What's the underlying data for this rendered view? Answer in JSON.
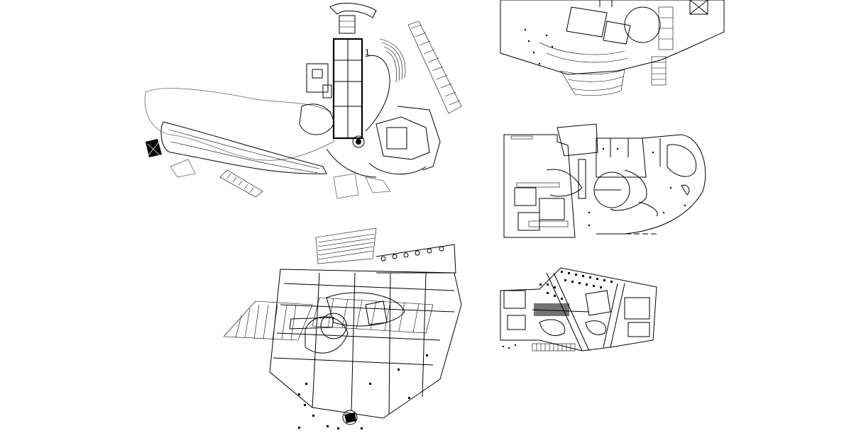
{
  "plans": [
    {
      "id": "plan-a",
      "labels": [
        "1"
      ]
    },
    {
      "id": "plan-b",
      "labels": []
    },
    {
      "id": "plan-c",
      "labels": []
    },
    {
      "id": "plan-d",
      "labels": []
    },
    {
      "id": "plan-e",
      "labels": []
    }
  ]
}
